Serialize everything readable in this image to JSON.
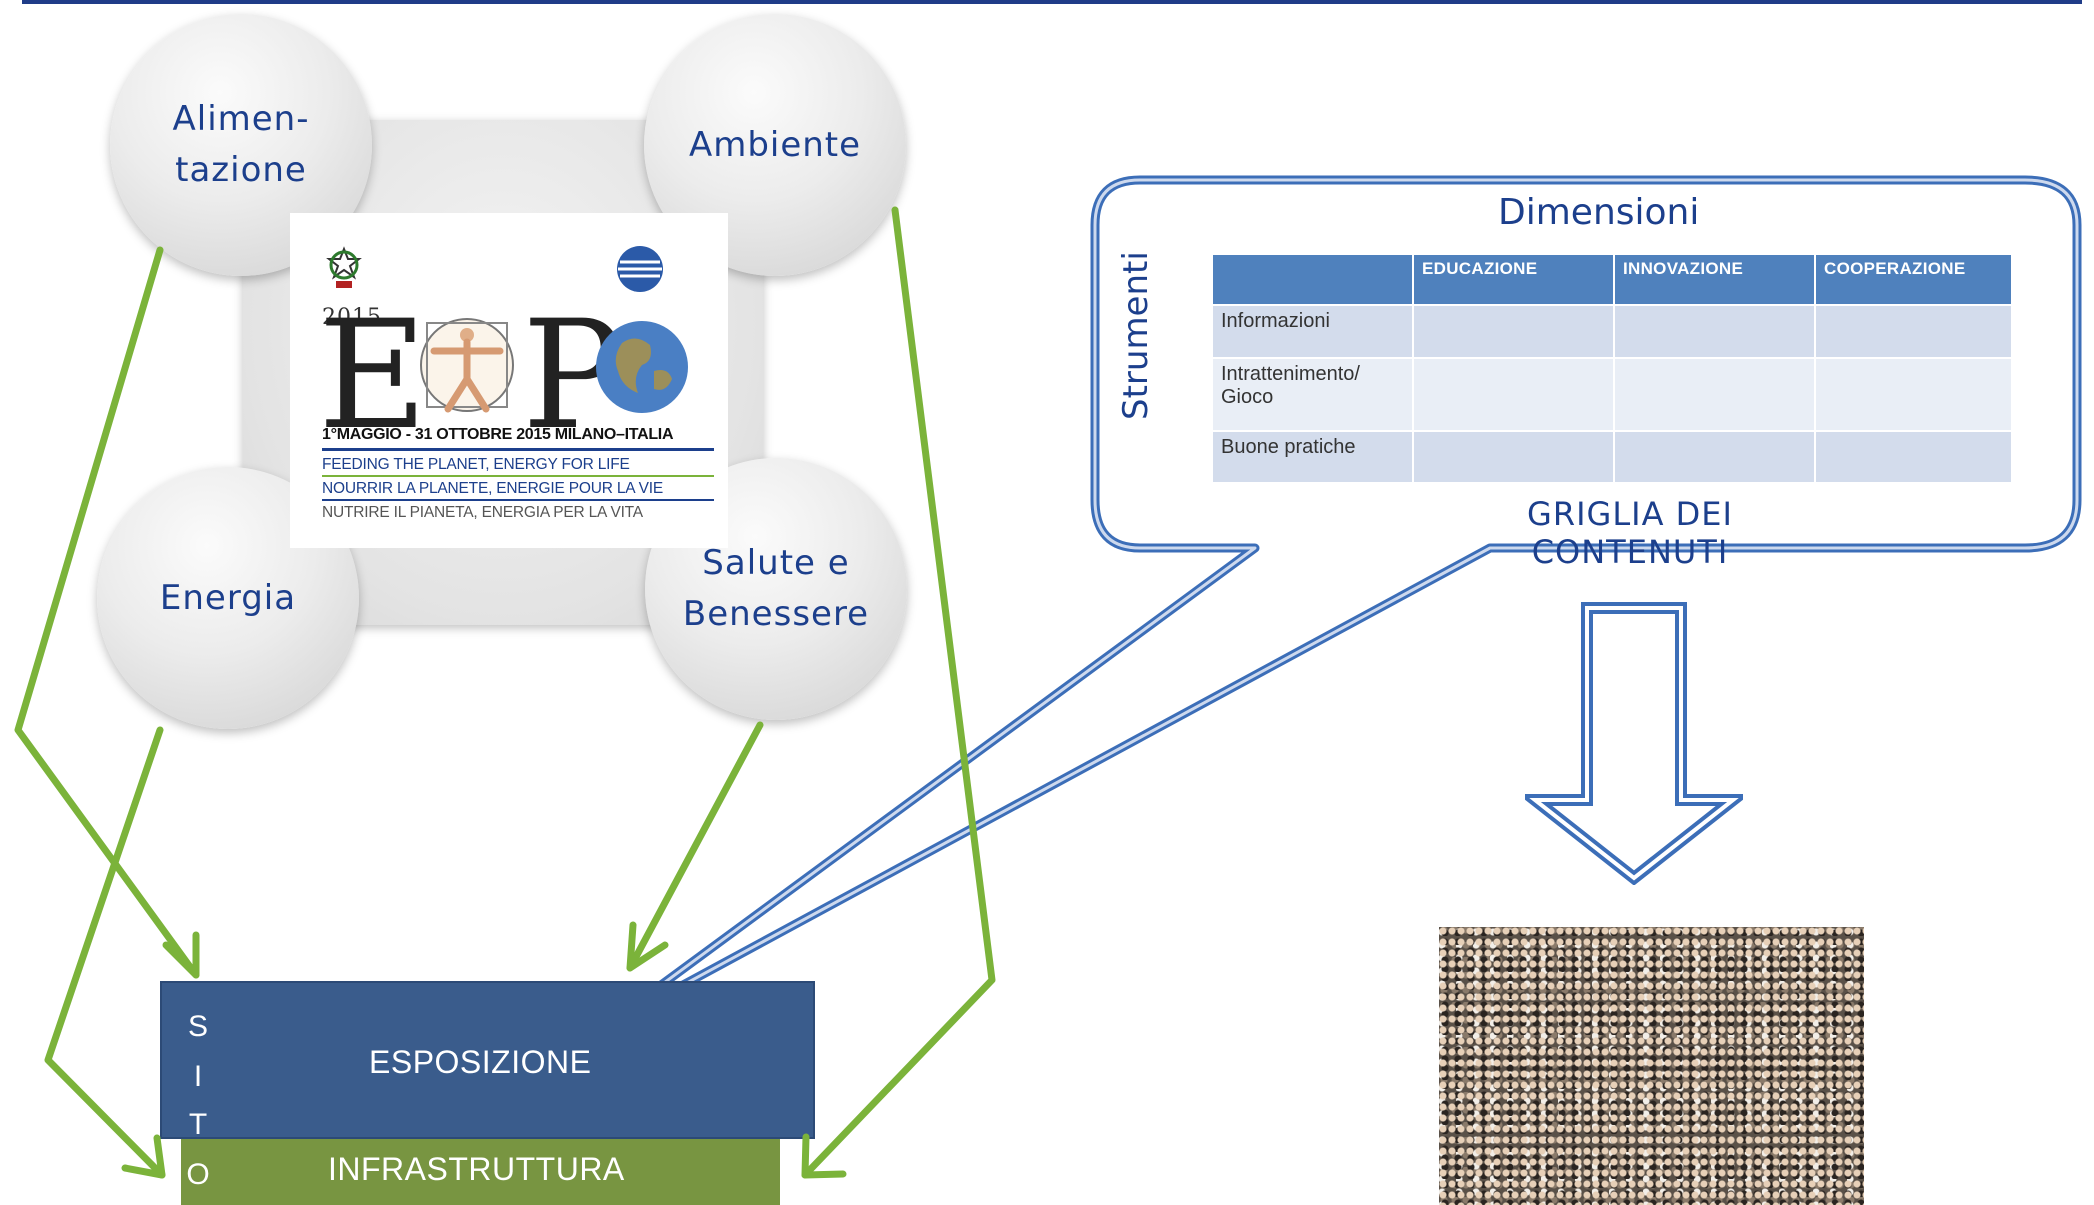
{
  "themes": {
    "alimentazione": [
      "Alimen-",
      "tazione"
    ],
    "ambiente": "Ambiente",
    "energia": "Energia",
    "salute": [
      "Salute e",
      "Benessere"
    ]
  },
  "expo_logo": {
    "year": "2015",
    "letters": [
      "E",
      "P"
    ],
    "dates": "1°MAGGIO - 31 OTTOBRE 2015 MILANO–ITALIA",
    "slogans": [
      "FEEDING THE PLANET, ENERGY FOR LIFE",
      "NOURRIR LA PLANETE, ENERGIE POUR LA VIE",
      "NUTRIRE IL PIANETA, ENERGIA PER LA VITA"
    ]
  },
  "bubble": {
    "title": "Dimensioni",
    "side_label": "Strumenti",
    "caption": "GRIGLIA DEI CONTENUTI",
    "columns": [
      "",
      "EDUCAZIONE",
      "INNOVAZIONE",
      "COOPERAZIONE"
    ],
    "rows": [
      "Informazioni",
      "Intrattenimento/ Gioco",
      "Buone pratiche"
    ]
  },
  "site": {
    "letters": [
      "S",
      "I",
      "T",
      "O"
    ],
    "exposition": "ESPOSIZIONE",
    "infrastructure": "INFRASTRUTTURA"
  },
  "colors": {
    "accent_blue": "#1c3f8c",
    "arrow_green": "#7bb33a",
    "exposition_box": "#3a5c8c",
    "infrastructure_box": "#789541",
    "table_header": "#4f81bd"
  }
}
